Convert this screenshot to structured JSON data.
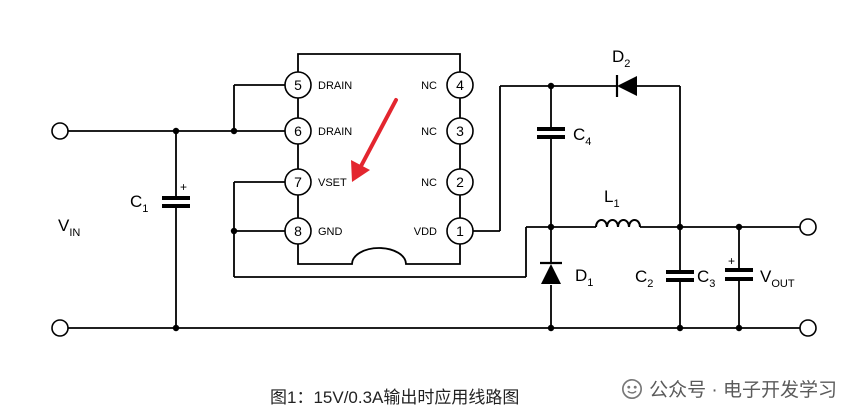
{
  "figure": {
    "caption": "图1：15V/0.3A输出时应用线路图"
  },
  "watermark": {
    "text": "公众号 · 电子开发学习",
    "icon": "wechat-icon"
  },
  "ic": {
    "pins": [
      {
        "num": "5",
        "signal": "DRAIN"
      },
      {
        "num": "6",
        "signal": "DRAIN"
      },
      {
        "num": "7",
        "signal": "VSET"
      },
      {
        "num": "8",
        "signal": "GND"
      },
      {
        "num": "4",
        "signal": "NC"
      },
      {
        "num": "3",
        "signal": "NC"
      },
      {
        "num": "2",
        "signal": "NC"
      },
      {
        "num": "1",
        "signal": "VDD"
      }
    ]
  },
  "components": {
    "vin": {
      "main": "V",
      "sub": "IN"
    },
    "c1": {
      "main": "C",
      "sub": "1"
    },
    "c2": {
      "main": "C",
      "sub": "2"
    },
    "c3": {
      "main": "C",
      "sub": "3"
    },
    "c4": {
      "main": "C",
      "sub": "4"
    },
    "d1": {
      "main": "D",
      "sub": "1"
    },
    "d2": {
      "main": "D",
      "sub": "2"
    },
    "l1": {
      "main": "L",
      "sub": "1"
    },
    "vout": {
      "main": "V",
      "sub": "OUT"
    }
  },
  "colors": {
    "wire": "#000000",
    "arrow": "#e3262f"
  }
}
